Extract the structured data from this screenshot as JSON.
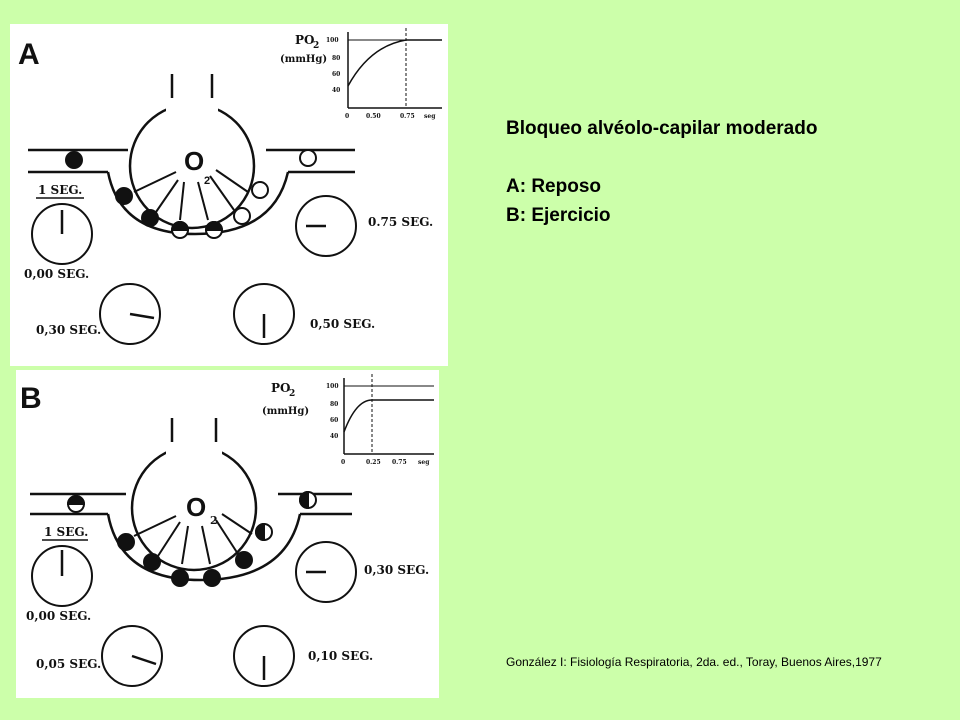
{
  "diagram": {
    "panels": [
      {
        "id": "A",
        "letter": "A",
        "po2_label": "PO",
        "po2_sub": "2",
        "unit_label": "(mmHg)",
        "graph_ticks_y": [
          "100",
          "80",
          "60",
          "40"
        ],
        "graph_ticks_x": [
          "0",
          "0.50",
          "0.75",
          "seg"
        ],
        "o2_label": "O",
        "o2_sub": "2",
        "start_label": "1 SEG.",
        "clocks": [
          "0,00 SEG.",
          "0,30 SEG.",
          "0,50 SEG.",
          "0.75 SEG."
        ]
      },
      {
        "id": "B",
        "letter": "B",
        "po2_label": "PO",
        "po2_sub": "2",
        "unit_label": "(mmHg)",
        "graph_ticks_y": [
          "100",
          "80",
          "60",
          "40"
        ],
        "graph_ticks_x": [
          "0",
          "0.25",
          "0.75",
          "seg"
        ],
        "o2_label": "O",
        "o2_sub": "2",
        "start_label": "1 SEG.",
        "clocks": [
          "0,00 SEG.",
          "0,05 SEG.",
          "0,10 SEG.",
          "0,30 SEG."
        ]
      }
    ]
  },
  "side": {
    "title": "Bloqueo alvéolo-capilar moderado",
    "line_a": "A: Reposo",
    "line_b": "B: Ejercicio"
  },
  "citation": "González I: Fisiología Respiratoria, 2da. ed., Toray, Buenos Aires,1977"
}
